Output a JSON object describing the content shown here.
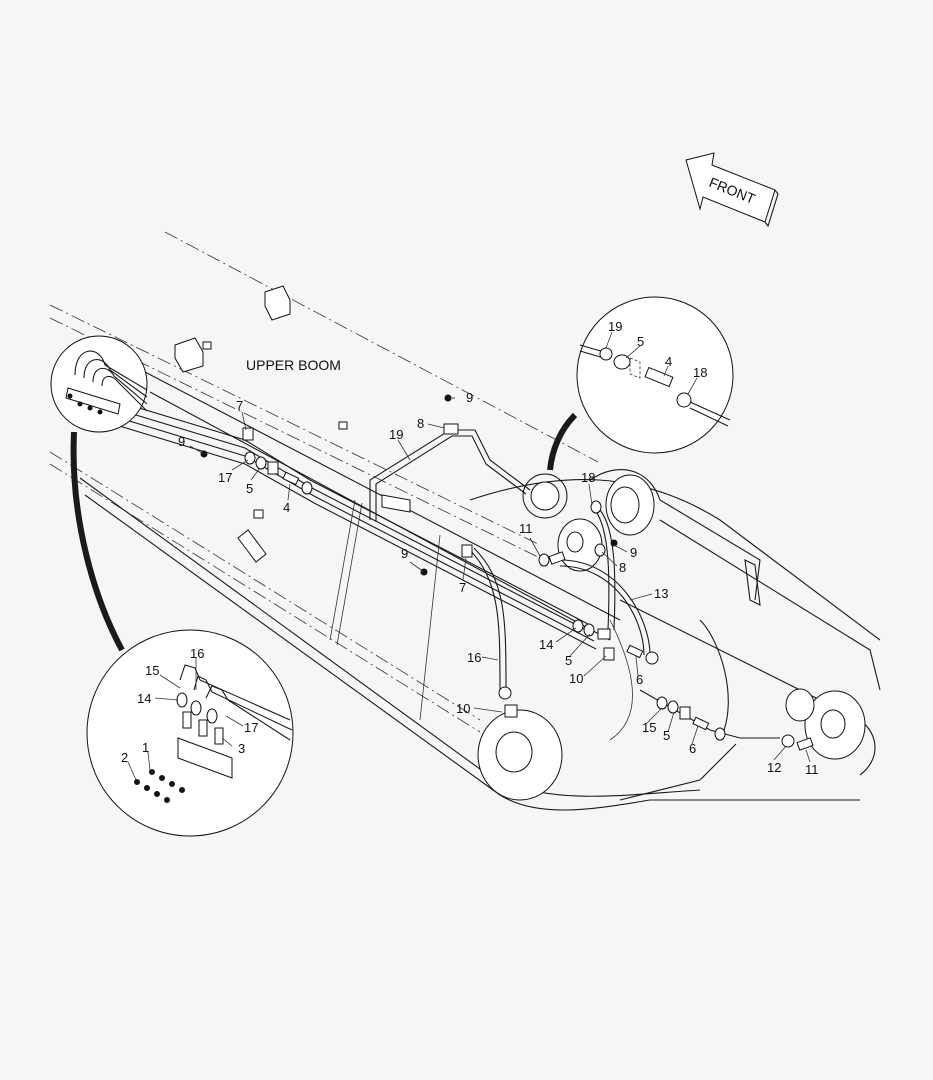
{
  "diagram": {
    "title": "UPPER BOOM",
    "direction_label": "FRONT",
    "callouts": [
      {
        "id": "c-9a",
        "label": "9"
      },
      {
        "id": "c-8a",
        "label": "8"
      },
      {
        "id": "c-19a",
        "label": "19"
      },
      {
        "id": "c-7a",
        "label": "7"
      },
      {
        "id": "c-9b",
        "label": "9"
      },
      {
        "id": "c-17a",
        "label": "17"
      },
      {
        "id": "c-5a",
        "label": "5"
      },
      {
        "id": "c-4a",
        "label": "4"
      },
      {
        "id": "c-9c",
        "label": "9"
      },
      {
        "id": "c-7b",
        "label": "7"
      },
      {
        "id": "c-16a",
        "label": "16"
      },
      {
        "id": "c-10a",
        "label": "10"
      },
      {
        "id": "c-11a",
        "label": "11"
      },
      {
        "id": "c-18a",
        "label": "18"
      },
      {
        "id": "c-9d",
        "label": "9"
      },
      {
        "id": "c-8b",
        "label": "8"
      },
      {
        "id": "c-13a",
        "label": "13"
      },
      {
        "id": "c-14a",
        "label": "14"
      },
      {
        "id": "c-5b",
        "label": "5"
      },
      {
        "id": "c-10b",
        "label": "10"
      },
      {
        "id": "c-6a",
        "label": "6"
      },
      {
        "id": "c-15a",
        "label": "15"
      },
      {
        "id": "c-5c",
        "label": "5"
      },
      {
        "id": "c-6b",
        "label": "6"
      },
      {
        "id": "c-12a",
        "label": "12"
      },
      {
        "id": "c-11b",
        "label": "11"
      },
      {
        "id": "c-19b",
        "label": "19"
      },
      {
        "id": "c-5d",
        "label": "5"
      },
      {
        "id": "c-4b",
        "label": "4"
      },
      {
        "id": "c-18b",
        "label": "18"
      },
      {
        "id": "c-15b",
        "label": "15"
      },
      {
        "id": "c-16b",
        "label": "16"
      },
      {
        "id": "c-14b",
        "label": "14"
      },
      {
        "id": "c-17b",
        "label": "17"
      },
      {
        "id": "c-3a",
        "label": "3"
      },
      {
        "id": "c-2a",
        "label": "2"
      },
      {
        "id": "c-1a",
        "label": "1"
      }
    ]
  }
}
